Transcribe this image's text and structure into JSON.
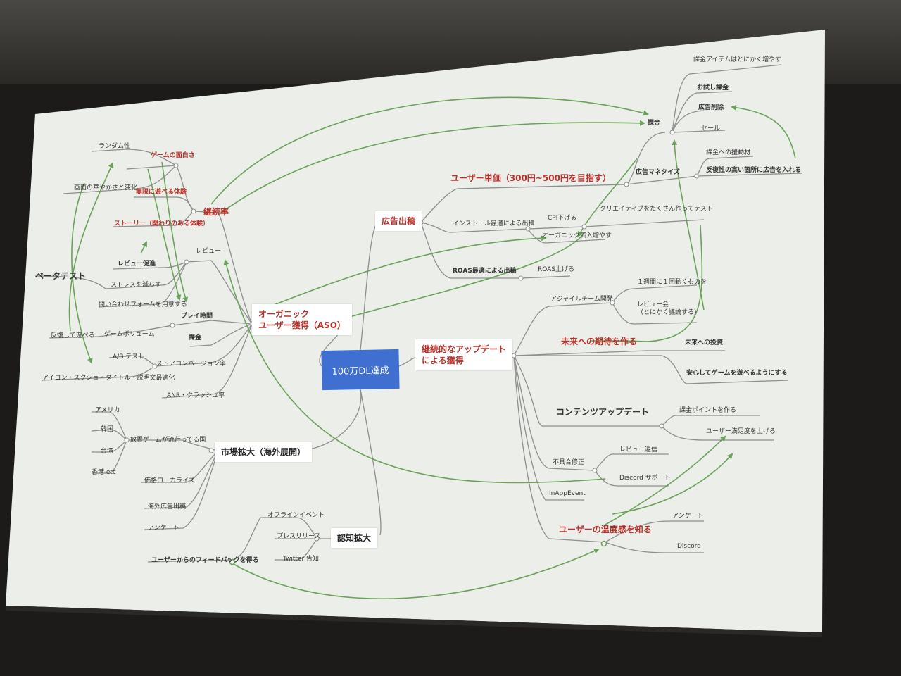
{
  "center": "100万DL達成",
  "branches": {
    "ad": "広告出稿",
    "organic": "オーガニック\nユーザー獲得（ASO）",
    "updates": "継続的なアップデート\nによる獲得",
    "market": "市場拡大（海外展開）",
    "awareness": "認知拡大"
  },
  "labels": {
    "kakin": "課金",
    "kakin_item": "課金アイテムはとにかく増やす",
    "otameshi": "お試し課金",
    "kokoku_sakujo": "広告削除",
    "sale": "セール",
    "kakin_sozai": "課金への援動材",
    "hanpuku": "反復性の高い箇所に広告を入れる",
    "kokoku_monetize": "広告マネタイズ",
    "user_tanka": "ユーザー単価（300円~500円を目指す）",
    "install_saiteki": "インストール最適による出稿",
    "cpi": "CPI下げる",
    "creative": "クリエイティブをたくさん作ってテスト",
    "organic_ryunyu": "オーガニック流入増やす",
    "roas_saiteki": "ROAS最適による出稿",
    "roas_ageru": "ROAS上げる",
    "agile": "アジャイルチーム開発",
    "weekly": "１週間に１回動くものを",
    "review_kai": "レビュー会\n（とにかく議論する）",
    "mirai_kitai": "未来への期待を作る",
    "mirai_toshi": "未来への投資",
    "anshin": "安心してゲームを遊べるようにする",
    "contents_update": "コンテンツアップデート",
    "kakin_point": "課金ポイントを作る",
    "manzoku": "ユーザー満足度を上げる",
    "fuguai": "不具合修正",
    "review_henshin": "レビュー返信",
    "discord_support": "Discord サポート",
    "inappevent": "InAppEvent",
    "ondokan": "ユーザーの温度感を知る",
    "enquete_r": "アンケート",
    "discord": "Discord",
    "random": "ランダム性",
    "game_omoshiro": "ゲームの面白さ",
    "gamen": "画面の華やかさと変化",
    "mugen": "無限に遊べる体験",
    "story": "ストーリー（関わりのある体験）",
    "keizoku": "継続率",
    "review_sokushin": "レビュー促進",
    "review": "レビュー",
    "beta": "ベータテスト",
    "stress": "ストレスを減らす",
    "toiawase": "問い合わせフォームを用意する",
    "play_jikan": "プレイ時間",
    "hanpuku_asobu": "反復して遊べる",
    "game_volume": "ゲームボリューム",
    "kakin_left": "課金",
    "ab_test": "A/B テスト",
    "icon_ss": "アイコン・スクショ・タイトル・説明文最適化",
    "store_cv": "ストアコンバージョン率",
    "anr": "ANR・クラッシュ率",
    "america": "アメリカ",
    "korea": "韓国",
    "taiwan": "台湾",
    "hongkong": "香港 etc",
    "hochi_game": "放置ゲームが流行ってる国",
    "price_local": "価格ローカライズ",
    "kaigai_ad": "海外広告出稿",
    "enquete_l": "アンケート",
    "offline": "オフラインイベント",
    "press": "プレスリリース",
    "twitter": "Twitter 告知",
    "feedback": "ユーザーからのフィードバックを得る"
  },
  "colors": {
    "screen": "#eceeea",
    "line": "#8e8e8e",
    "arrow": "#6aa25a",
    "red_text": "#b8322b",
    "center": "#3f6fd1"
  }
}
